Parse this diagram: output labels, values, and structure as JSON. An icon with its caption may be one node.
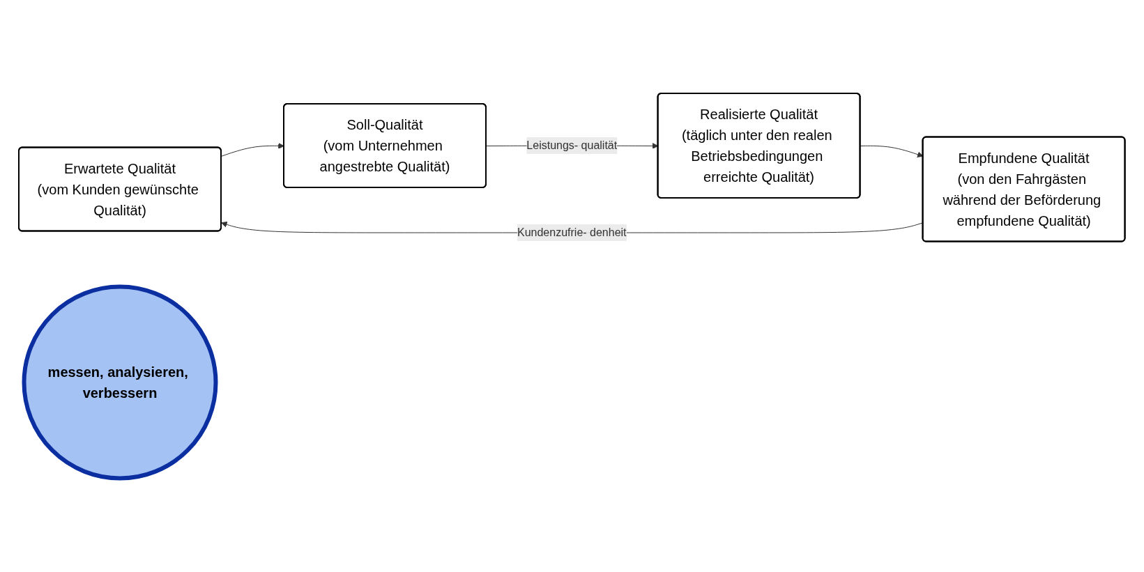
{
  "diagram": {
    "nodes": [
      {
        "text": [
          "Erwartete Qualität",
          "(vom Kunden gewünschte Qualität)"
        ]
      },
      {
        "text": [
          "Soll-Qualität",
          "(vom Unternehmen angestrebte Qualität)"
        ]
      },
      {
        "text": [
          "Realisierte Qualität",
          "(täglich unter den realen Betriebsbedingungen erreichte Qualität)"
        ]
      },
      {
        "text": [
          "Empfundene Qualität",
          "(von den Fahrgästen während der Beförderung empfundene Qualität)"
        ]
      },
      {
        "text": [
          "messen, analysieren, verbessern"
        ]
      }
    ],
    "edges": [
      {
        "from": 0,
        "to": 1,
        "arrow": "to"
      },
      {
        "from": 1,
        "to": 2,
        "arrow": "to",
        "label": "Leistungs- qualität"
      },
      {
        "from": 2,
        "to": 3,
        "arrow": "to"
      },
      {
        "from": 3,
        "to": 0,
        "arrow": "to",
        "label": "Kundenzufrie- denheit"
      }
    ]
  }
}
